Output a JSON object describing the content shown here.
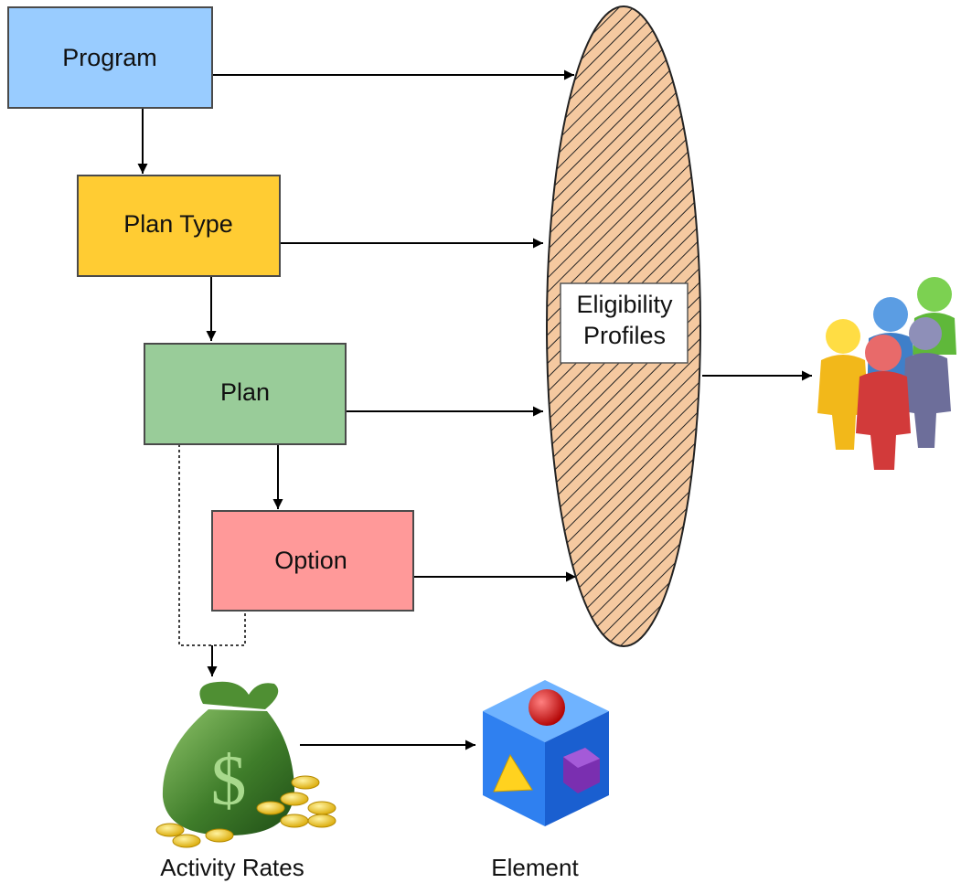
{
  "nodes": {
    "program": {
      "label": "Program",
      "fill": "#99ccff"
    },
    "plan_type": {
      "label": "Plan Type",
      "fill": "#ffcc33"
    },
    "plan": {
      "label": "Plan",
      "fill": "#99cc99"
    },
    "option": {
      "label": "Option",
      "fill": "#ff9999"
    },
    "eligibility": {
      "label_line1": "Eligibility",
      "label_line2": "Profiles",
      "fill": "#f5c9a0",
      "hatch": "#222222"
    }
  },
  "captions": {
    "activity_rates": "Activity Rates",
    "element": "Element"
  },
  "icons": {
    "people": "people-group-icon",
    "money": "money-bag-icon",
    "element": "element-cube-icon"
  }
}
